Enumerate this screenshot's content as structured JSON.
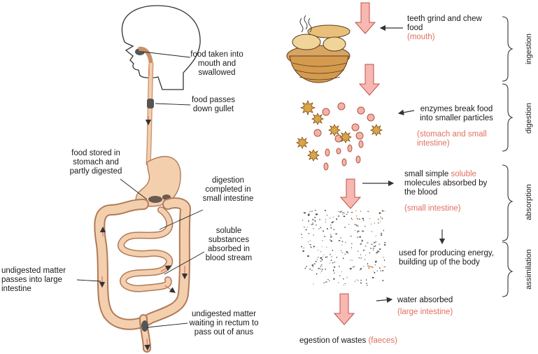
{
  "body_labels": {
    "mouth": "food taken into mouth and swallowed",
    "gullet": "food passes down gullet",
    "stomach": "food stored in stomach and partly digested",
    "small_intestine": "digestion completed in small intestine",
    "absorbed": "soluble substances absorbed in blood stream",
    "large_intestine": "undigested matter passes into large intestine",
    "rectum": "undigested matter waiting in rectum to pass out of anus"
  },
  "steps": {
    "ingestion": {
      "text": "teeth grind and chew food",
      "organ": "(mouth)",
      "stage": "ingestion"
    },
    "digestion": {
      "text": "enzymes break food into smaller particles",
      "organ": "(stomach and small intestine)",
      "stage": "digestion"
    },
    "absorption": {
      "text_before": "small simple ",
      "highlight": "soluble",
      "text_after": " molecules absorbed by the blood",
      "organ": "(small intestine)",
      "stage": "absorption"
    },
    "assimilation": {
      "text": "used for producing energy, building up of the body",
      "stage": "assimilation"
    },
    "water": {
      "text": "water absorbed",
      "organ": "(large intestine)"
    },
    "egestion": {
      "text": "egestion of wastes",
      "organ": "(faeces)"
    }
  },
  "colors": {
    "skin": "#f3cfae",
    "skin_dark": "#c99068",
    "accent_red": "#e0705e",
    "arrow_pink": "#f6b8b0"
  }
}
